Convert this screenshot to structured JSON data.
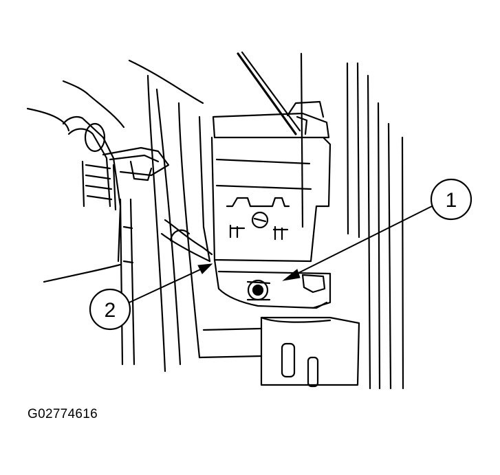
{
  "figure": {
    "figure_id": "G02774616",
    "callouts": [
      {
        "label": "1"
      },
      {
        "label": "2"
      }
    ]
  },
  "colors": {
    "line": "#000000",
    "background": "#ffffff"
  }
}
